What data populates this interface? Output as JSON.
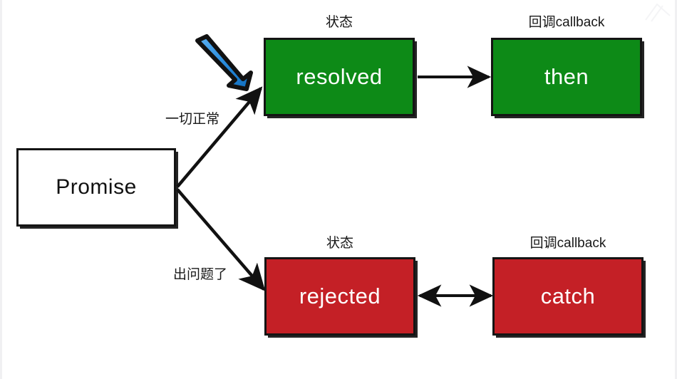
{
  "diagram": {
    "title": "Promise states and callbacks flow",
    "colors": {
      "resolved_fill": "#0d8a17",
      "rejected_fill": "#c42026",
      "promise_fill": "#ffffff",
      "stroke": "#141414",
      "cursor_arrow_blue_light": "#4ea6ec",
      "cursor_arrow_blue_dark": "#1273c4",
      "label_text": "#181818",
      "box_text_light": "#ffffff"
    },
    "nodes": {
      "promise": {
        "label": "Promise"
      },
      "resolved": {
        "label": "resolved"
      },
      "then": {
        "label": "then"
      },
      "rejected": {
        "label": "rejected"
      },
      "catch": {
        "label": "catch"
      }
    },
    "captions": {
      "state_top": "状态",
      "callback_top": "回调callback",
      "state_bottom": "状态",
      "callback_bottom": "回调callback"
    },
    "edge_labels": {
      "success": "一切正常",
      "failure": "出问题了"
    },
    "annotations": {
      "cursor_arrow": "blue-pointer-arrow"
    }
  }
}
